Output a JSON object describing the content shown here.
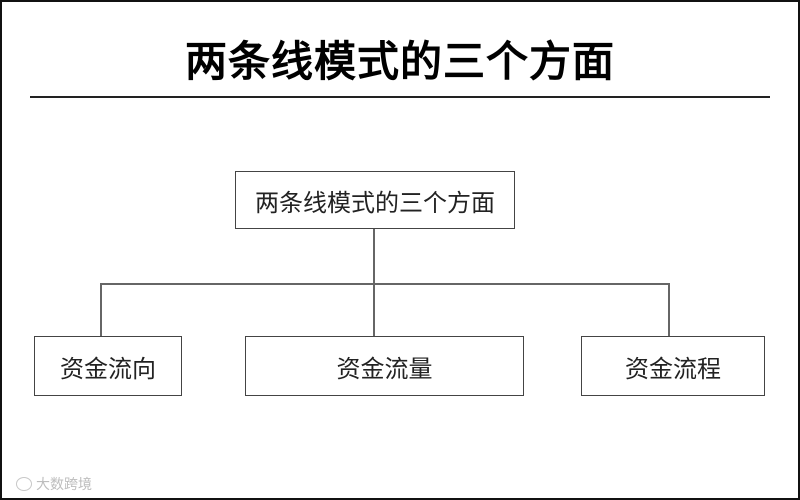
{
  "title": "两条线模式的三个方面",
  "diagram": {
    "root": "两条线模式的三个方面",
    "children": [
      "资金流向",
      "资金流量",
      "资金流程"
    ]
  },
  "watermark": "大数跨境"
}
